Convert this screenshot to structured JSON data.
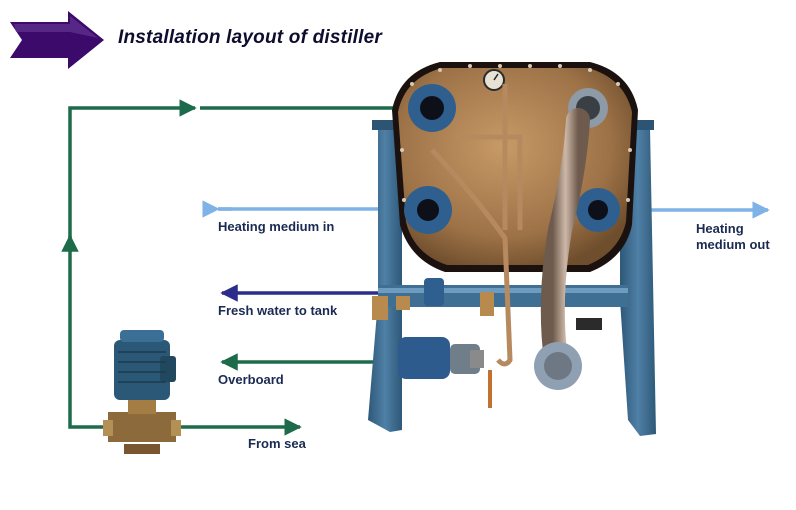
{
  "title": "Installation  layout of distiller",
  "labels": {
    "heating_in": "Heating medium in",
    "heating_out": "Heating medium out",
    "fresh_water": "Fresh water to tank",
    "overboard": "Overboard",
    "from_sea": "From sea"
  },
  "colors": {
    "title_arrow": "#3b0a6a",
    "sea_line": "#1d6b4b",
    "heating_line": "#7fb2e6",
    "fresh_water_line": "#2c2c8a",
    "frame": "#3f6f92",
    "vessel": "#a57b4f",
    "text": "#1a2a52"
  }
}
